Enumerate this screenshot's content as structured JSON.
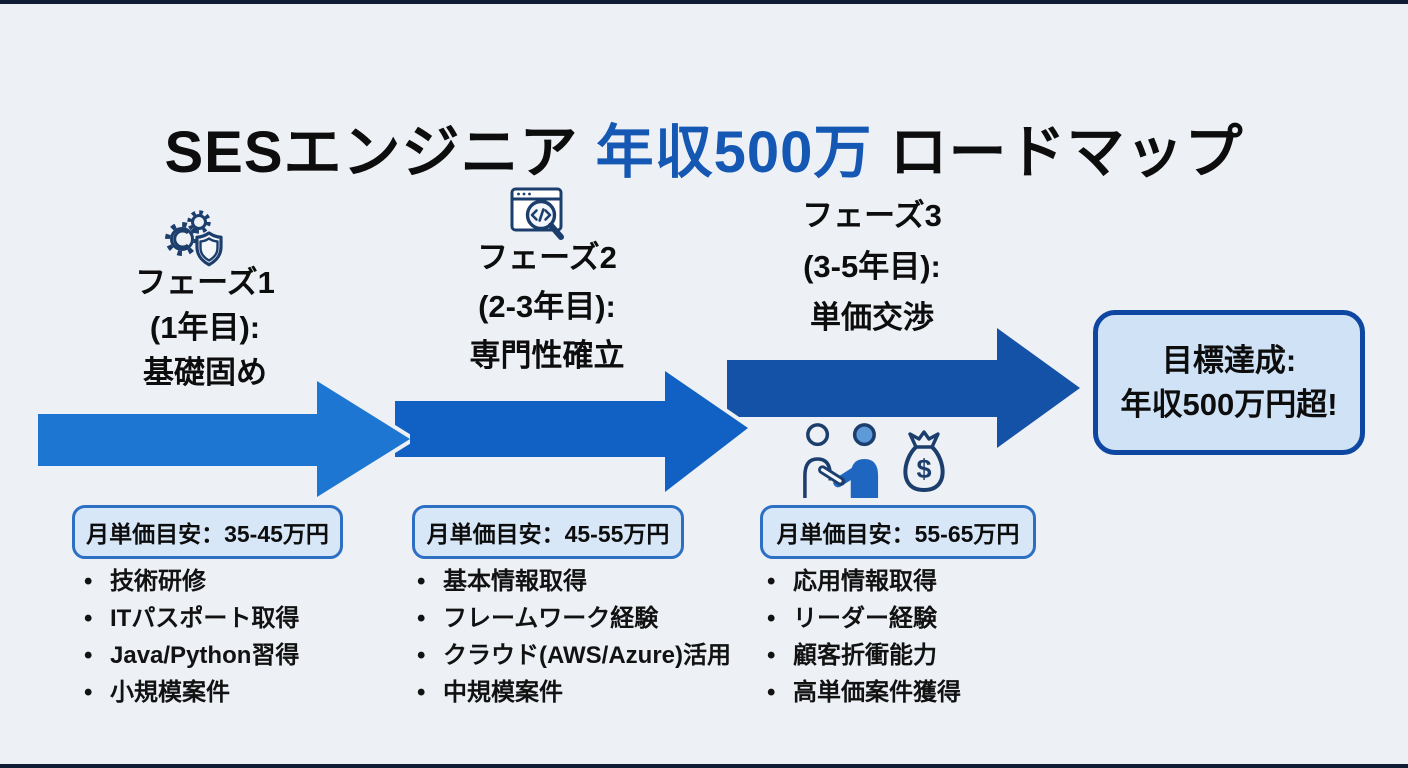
{
  "title": {
    "part1": "SESエンジニア ",
    "highlight": "年収500万",
    "part2": " ロードマップ",
    "highlight_color": "#1558b4"
  },
  "phases": [
    {
      "name": "フェーズ1",
      "period": "(1年目):",
      "focus": "基礎固め",
      "icon": "gears-shield-icon",
      "rate": "月単価目安：35-45万円",
      "items": [
        "技術研修",
        "ITパスポート取得",
        "Java/Python習得",
        "小規模案件"
      ]
    },
    {
      "name": "フェーズ2",
      "period": "(2-3年目):",
      "focus": "専門性確立",
      "icon": "code-search-icon",
      "rate": "月単価目安：45-55万円",
      "items": [
        "基本情報取得",
        "フレームワーク経験",
        "クラウド(AWS/Azure)活用",
        "中規模案件"
      ]
    },
    {
      "name": "フェーズ3",
      "period": "(3-5年目):",
      "focus": "単価交渉",
      "icon": "handshake-moneybag-icon",
      "rate": "月単価目安：55-65万円",
      "items": [
        "応用情報取得",
        "リーダー経験",
        "顧客折衝能力",
        "高単価案件獲得"
      ]
    }
  ],
  "goal": {
    "line1": "目標達成:",
    "line2": "年収500万円超!"
  },
  "colors": {
    "background": "#edf1f6",
    "arrow1": "#1c76d2",
    "arrow2": "#1161c4",
    "arrow3": "#1452a8",
    "accent_border": "#0d47a1",
    "goal_bg": "#cfe2f6",
    "rate_box_bg": "#d7e7f8",
    "rate_box_border": "#2d6fc3",
    "icon_navy": "#1c3e6d",
    "title_highlight": "#1558b4"
  }
}
